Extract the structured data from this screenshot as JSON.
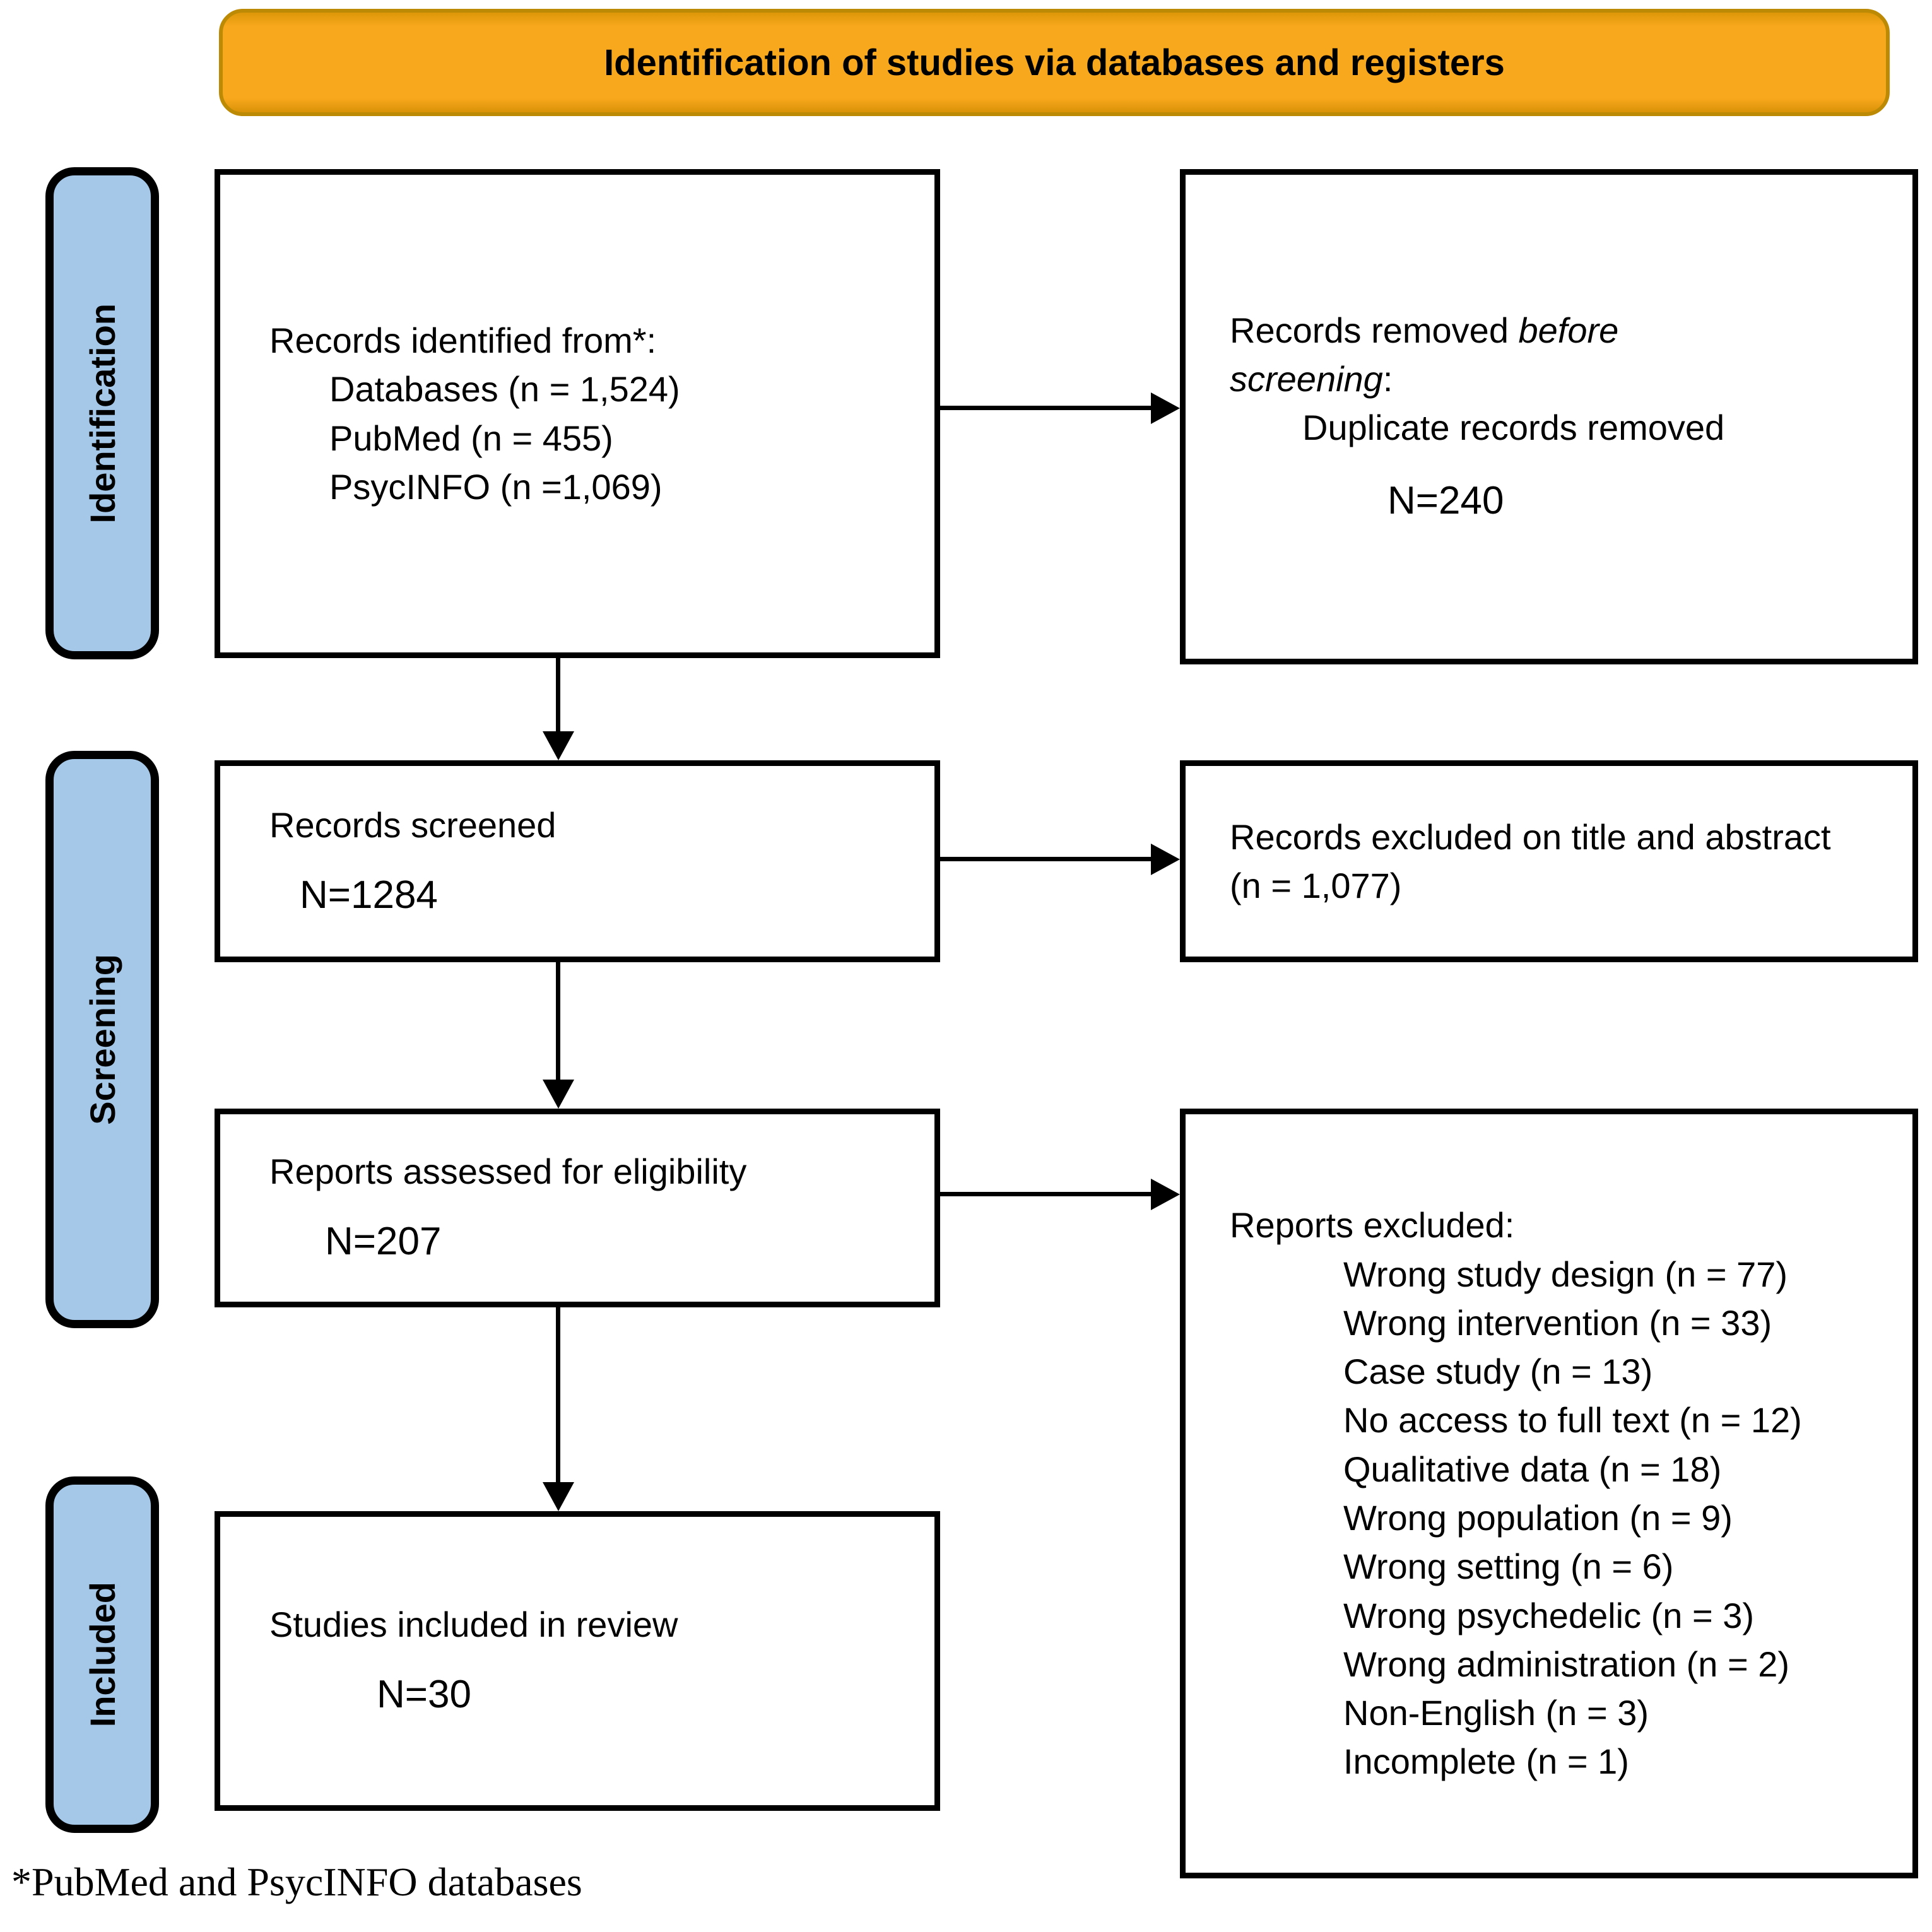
{
  "header": {
    "title": "Identification of studies via databases and registers"
  },
  "stages": [
    "Identification",
    "Screening",
    "Included"
  ],
  "boxes": {
    "identified": {
      "title": "Records identified from*:",
      "items": [
        "Databases (n = 1,524)",
        "PubMed (n = 455)",
        "PsycINFO (n =1,069)"
      ]
    },
    "removed": {
      "title_prefix": "Records removed ",
      "title_italic": "before screening",
      "title_suffix": ":",
      "item": "Duplicate records removed",
      "count": "N=240"
    },
    "screened": {
      "title": "Records screened",
      "count": "N=1284"
    },
    "excluded_title_abstract": {
      "line1": "Records excluded on title and abstract",
      "line2": "(n = 1,077)"
    },
    "assessed": {
      "title": "Reports assessed for eligibility",
      "count": "N=207"
    },
    "reports_excluded": {
      "title": "Reports excluded:",
      "items": [
        "Wrong study design (n = 77)",
        "Wrong intervention (n = 33)",
        "Case study (n = 13)",
        "No access to full text (n = 12)",
        "Qualitative data (n = 18)",
        "Wrong population (n = 9)",
        "Wrong setting (n = 6)",
        "Wrong psychedelic (n = 3)",
        "Wrong administration (n = 2)",
        "Non-English (n = 3)",
        "Incomplete (n = 1)"
      ]
    },
    "included": {
      "title": "Studies included in review",
      "count": "N=30"
    }
  },
  "footnote": "*PubMed and PsycINFO databases",
  "colors": {
    "header_bg": "#f8a81d",
    "stage_bg": "#a5c7e8",
    "line": "#000000"
  }
}
